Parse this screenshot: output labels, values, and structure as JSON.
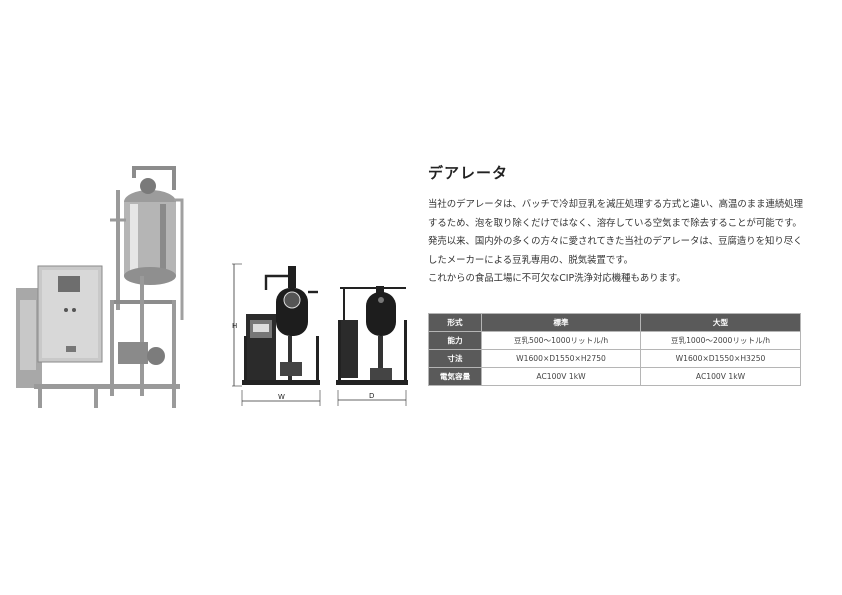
{
  "product": {
    "title": "デアレータ",
    "description_lines": [
      "当社のデアレータは、バッチで冷却豆乳を減圧処理する方式と違い、高温のまま連続処理",
      "するため、泡を取り除くだけではなく、溶存している空気まで除去することが可能です。",
      "発売以来、国内外の多くの方々に愛されてきた当社のデアレータは、豆腐造りを知り尽く",
      "したメーカーによる豆乳専用の、脱気装置です。",
      "これからの食品工場に不可欠なCIP洗浄対応機種もあります。"
    ]
  },
  "drawing_labels": {
    "height": "H",
    "width": "W",
    "depth": "D"
  },
  "spec_table": {
    "headers": [
      "形式",
      "標準",
      "大型"
    ],
    "rows": [
      {
        "label": "能力",
        "standard": "豆乳500～1000リットル/h",
        "large": "豆乳1000～2000リットル/h"
      },
      {
        "label": "寸法",
        "standard": "W1600×D1550×H2750",
        "large": "W1600×D1550×H3250"
      },
      {
        "label": "電気容量",
        "standard": "AC100V 1kW",
        "large": "AC100V 1kW"
      }
    ]
  }
}
